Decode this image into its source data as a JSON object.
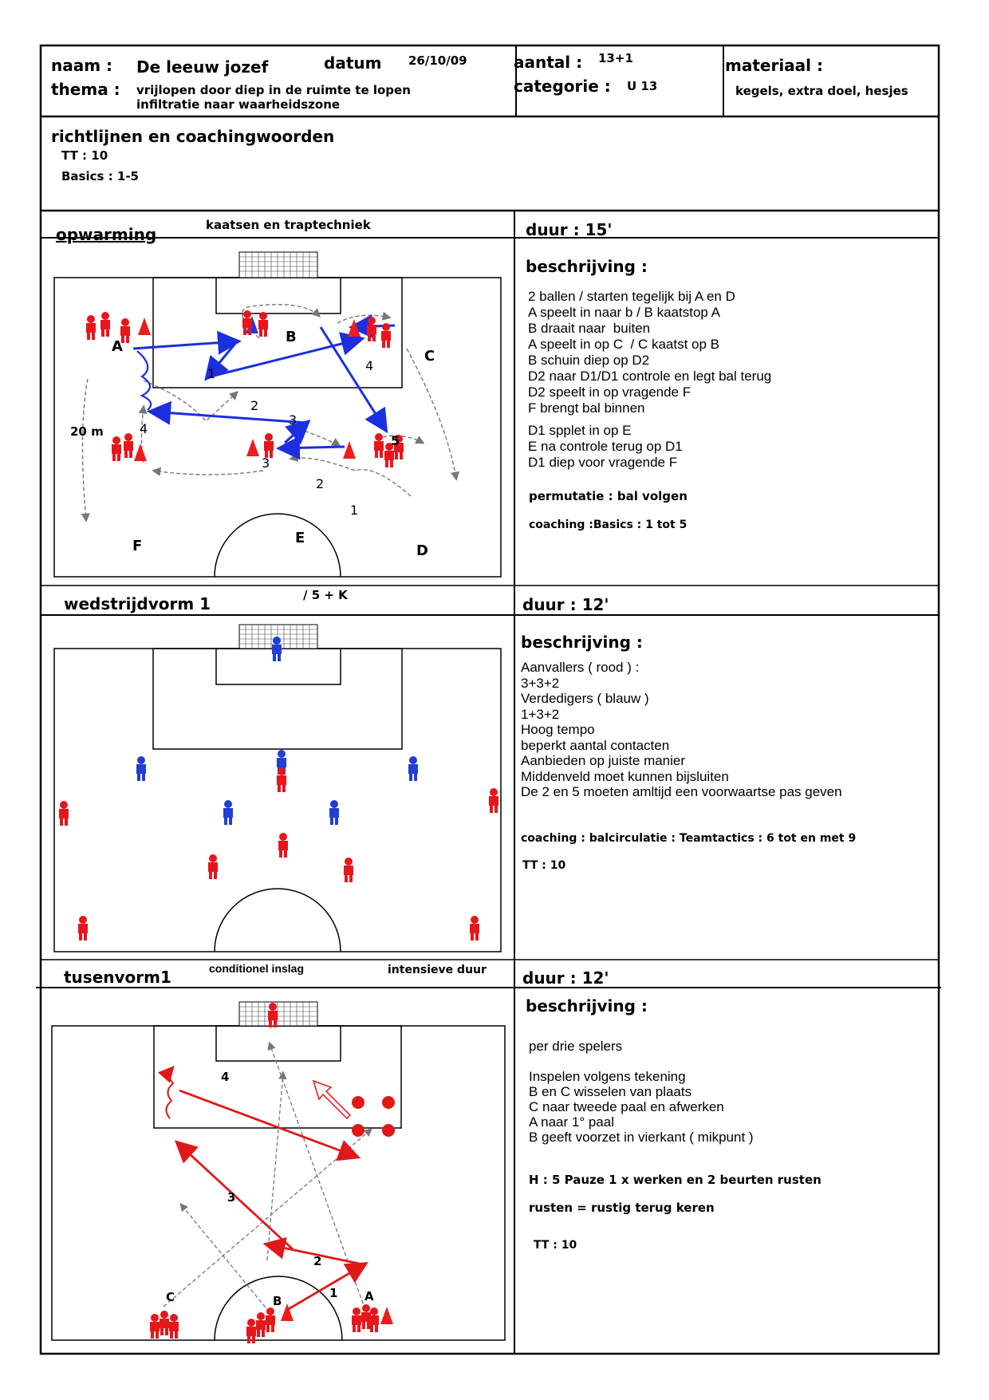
{
  "header": {
    "naam_label": "naam :",
    "naam_value": "De leeuw jozef",
    "datum_label": "datum",
    "datum_value": "26/10/09",
    "thema_label": "thema :",
    "thema_lines": [
      "vrijlopen door diep in de ruimte te lopen",
      "infiltratie naar waarheidszone"
    ],
    "aantal_label": "aantal :",
    "aantal_value": "13+1",
    "categorie_label": "categorie :",
    "categorie_value": "U 13",
    "materiaal_label": "materiaal :",
    "materiaal_value": "kegels, extra doel, hesjes"
  },
  "guidelines": {
    "title": "richtlijnen en coachingwoorden",
    "tt": "TT : 10",
    "basics": "Basics : 1-5"
  },
  "sections": [
    {
      "title": "opwarming",
      "subtitle": "kaatsen en traptechniek",
      "duur": "duur : 15'",
      "beschrijving": "beschrijving :",
      "lines": [
        "2 ballen / starten tegelijk bij A en D",
        "A speelt in naar b / B kaatstop A",
        "B draait naar  buiten",
        "A speelt in op C  / C kaatst op B",
        "B schuin diep op D2",
        "D2 naar D1/D1 controle en legt bal terug",
        "D2 speelt in op vragende F",
        "F brengt bal binnen",
        "",
        "D1 spplet in op E",
        "E na controle terug op D1",
        "D1 diep voor vragende F"
      ],
      "bold_lines": [
        "permutatie : bal volgen",
        "coaching :Basics : 1 tot 5"
      ],
      "diagram_labels": {
        "A": "A",
        "B": "B",
        "C": "C",
        "D": "D",
        "E": "E",
        "F": "F",
        "distance": "20 m",
        "n1a": "1",
        "n2a": "2",
        "n3a": "3",
        "n4a": "4",
        "n5": "5",
        "n3b": "3",
        "n4b": "4",
        "n2b": "2",
        "n1b": "1"
      }
    },
    {
      "title": "wedstrijdvorm 1",
      "subtitle": "/ 5 + K",
      "duur": "duur : 12'",
      "beschrijving": "beschrijving :",
      "lines": [
        "Aanvallers ( rood ) :",
        "3+3+2",
        "Verdedigers ( blauw )",
        "1+3+2",
        "Hoog tempo",
        "beperkt aantal contacten",
        "Aanbieden op juiste manier",
        "Middenveld moet kunnen bijsluiten",
        "De 2 en 5 moeten amltijd een voorwaartse pas geven"
      ],
      "bold_lines": [
        "coaching : balcirculatie : Teamtactics : 6 tot en met 9",
        "TT : 10"
      ]
    },
    {
      "title": "tusenvorm1",
      "subtitle": "conditionel inslag",
      "subtitle2": "intensieve duur",
      "duur": "duur : 12'",
      "beschrijving": "beschrijving :",
      "lines": [
        "per drie spelers",
        "",
        "Inspelen volgens tekening",
        "B en C wisselen van plaats",
        "C naar tweede paal en afwerken",
        "A naar 1° paal",
        "B geeft voorzet in vierkant ( mikpunt )"
      ],
      "bold_lines": [
        "H : 5  Pauze 1 x werken en 2 beurten rusten",
        "rusten = rustig terug keren",
        "TT : 10"
      ],
      "diagram_labels": {
        "A": "A",
        "B": "B",
        "C": "C",
        "n1": "1",
        "n2": "2",
        "n3": "3",
        "n4": "4"
      }
    }
  ],
  "colors": {
    "attacker": "#e8161b",
    "defender": "#1f3fd6",
    "pass_blue": "#1b2ee0",
    "pass_red": "#e01818",
    "cone": "#ee1c1c"
  }
}
